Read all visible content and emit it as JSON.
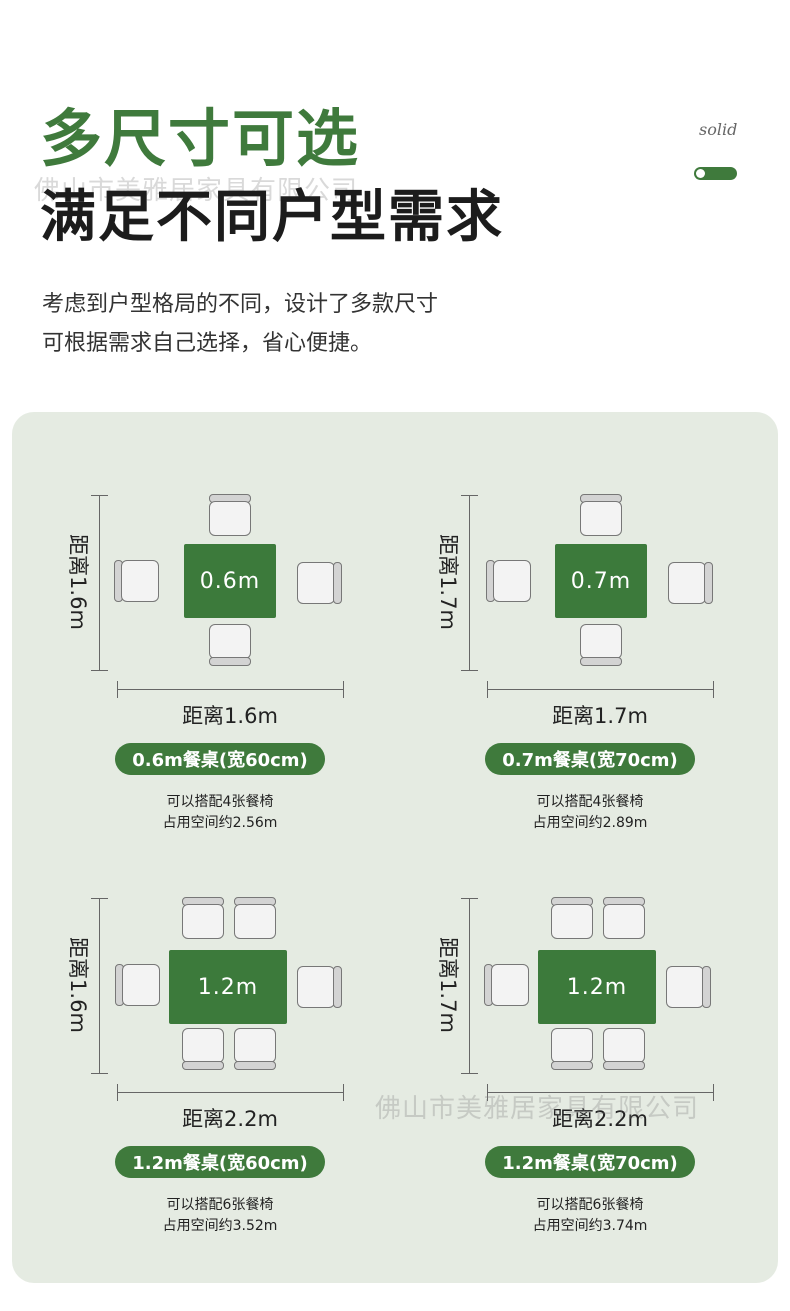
{
  "header": {
    "title_line1": "多尺寸可选",
    "title_line2": "满足不同户型需求",
    "brand": "solid",
    "description_line1": "考虑到户型格局的不同，设计了多款尺寸",
    "description_line2": "可根据需求自己选择，省心便捷。"
  },
  "watermark": "佛山市美雅居家具有限公司",
  "colors": {
    "accent_green": "#3f7a3c",
    "panel_bg": "#e5ebe2",
    "table_green": "#3c7a3b"
  },
  "layouts": [
    {
      "table_label": "0.6m",
      "v_label": "距离1.6m",
      "h_label": "距离1.6m",
      "badge": "0.6m餐桌(宽60cm)",
      "note1": "可以搭配4张餐椅",
      "note2": "占用空间约2.56m",
      "chairs": 4
    },
    {
      "table_label": "0.7m",
      "v_label": "距离1.7m",
      "h_label": "距离1.7m",
      "badge": "0.7m餐桌(宽70cm)",
      "note1": "可以搭配4张餐椅",
      "note2": "占用空间约2.89m",
      "chairs": 4
    },
    {
      "table_label": "1.2m",
      "v_label": "距离1.6m",
      "h_label": "距离2.2m",
      "badge": "1.2m餐桌(宽60cm)",
      "note1": "可以搭配6张餐椅",
      "note2": "占用空间约3.52m",
      "chairs": 6
    },
    {
      "table_label": "1.2m",
      "v_label": "距离1.7m",
      "h_label": "距离2.2m",
      "badge": "1.2m餐桌(宽70cm)",
      "note1": "可以搭配6张餐椅",
      "note2": "占用空间约3.74m",
      "chairs": 6
    }
  ]
}
